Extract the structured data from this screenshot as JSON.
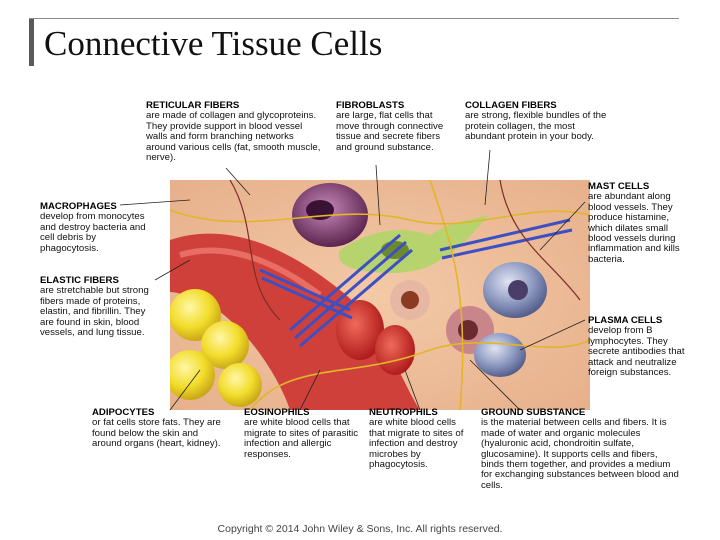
{
  "title": "Connective Tissue Cells",
  "labels": {
    "reticular": {
      "heading": "RETICULAR FIBERS",
      "body": "are made of collagen and glycoproteins. They provide support in blood vessel walls and form branching networks around various cells (fat, smooth muscle, nerve)."
    },
    "fibroblasts": {
      "heading": "FIBROBLASTS",
      "body": "are large, flat cells that move through connective tissue and secrete fibers and ground substance."
    },
    "collagen": {
      "heading": "COLLAGEN FIBERS",
      "body": "are strong, flexible bundles of the protein collagen, the most abundant protein in your body."
    },
    "macrophages": {
      "heading": "MACROPHAGES",
      "body": "develop from monocytes and destroy bacteria and cell debris by phagocytosis."
    },
    "elastic": {
      "heading": "ELASTIC FIBERS",
      "body": "are stretchable but strong fibers made of proteins, elastin, and fibrillin. They are found in skin, blood vessels, and lung tissue."
    },
    "mast": {
      "heading": "MAST CELLS",
      "body": "are abundant along blood vessels. They produce histamine, which dilates small blood vessels during inflammation and kills bacteria."
    },
    "plasma": {
      "heading": "PLASMA CELLS",
      "body": "develop from B lymphocytes. They secrete antibodies that attack and neutralize foreign substances."
    },
    "adipocytes": {
      "heading": "ADIPOCYTES",
      "body": "or fat cells store fats. They are found below the skin and around organs (heart, kidney)."
    },
    "eosinophils": {
      "heading": "EOSINOPHILS",
      "body": "are white blood cells that migrate to sites of parasitic infection and allergic responses."
    },
    "neutrophils": {
      "heading": "NEUTROPHILS",
      "body": "are white blood cells that migrate to sites of infection and destroy microbes by phagocytosis."
    },
    "ground": {
      "heading": "GROUND SUBSTANCE",
      "body": "is the material between cells and fibers. It is made of water and organic molecules (hyaluronic acid, chondroitin sulfate, glucosamine). It supports cells and fibers, binds them together, and provides a medium for exchanging substances between blood and cells."
    }
  },
  "copyright": "Copyright © 2014 John Wiley & Sons, Inc. All rights reserved."
}
